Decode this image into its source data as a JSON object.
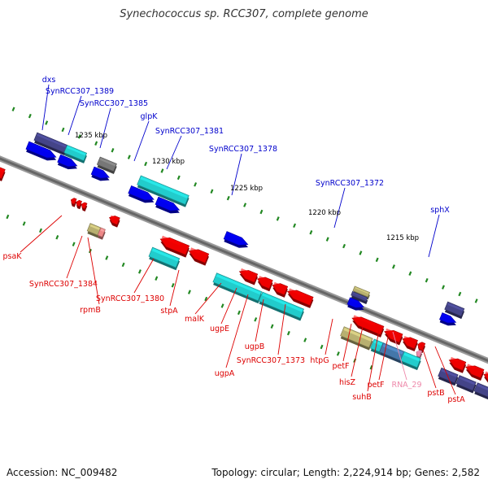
{
  "title": "Synechococcus sp. RCC307, complete genome",
  "footer": {
    "accession": "Accession: NC_009482",
    "summary": "Topology: circular; Length: 2,224,914 bp; Genes: 2,582"
  },
  "colors": {
    "backbone": "#7a7a7a",
    "forward_label": "#0000cc",
    "reverse_label": "#dd0000",
    "rna_label": "#ee88aa",
    "red_gene": "#ee0000",
    "cyan_gene": "#22cccc",
    "blue_gene": "#0000ee",
    "navy_gene": "#444488",
    "khaki_gene": "#b8b070",
    "gray_gene": "#777777",
    "tick": "#228822"
  },
  "scale_labels": [
    "1235 kbp",
    "1230 kbp",
    "1225 kbp",
    "1220 kbp",
    "1215 kbp"
  ],
  "forward_labels": [
    "dxs",
    "SynRCC307_1389",
    "SynRCC307_1385",
    "glpK",
    "SynRCC307_1381",
    "SynRCC307_1378",
    "SynRCC307_1372",
    "sphX"
  ],
  "reverse_labels": [
    "psaK",
    "SynRCC307_1384",
    "rpmB",
    "SynRCC307_1380",
    "stpA",
    "malK",
    "ugpE",
    "ugpA",
    "ugpB",
    "SynRCC307_1373",
    "htpG",
    "petF",
    "hisZ",
    "suhB",
    "petF",
    "RNA_29",
    "pstB",
    "pstA"
  ]
}
